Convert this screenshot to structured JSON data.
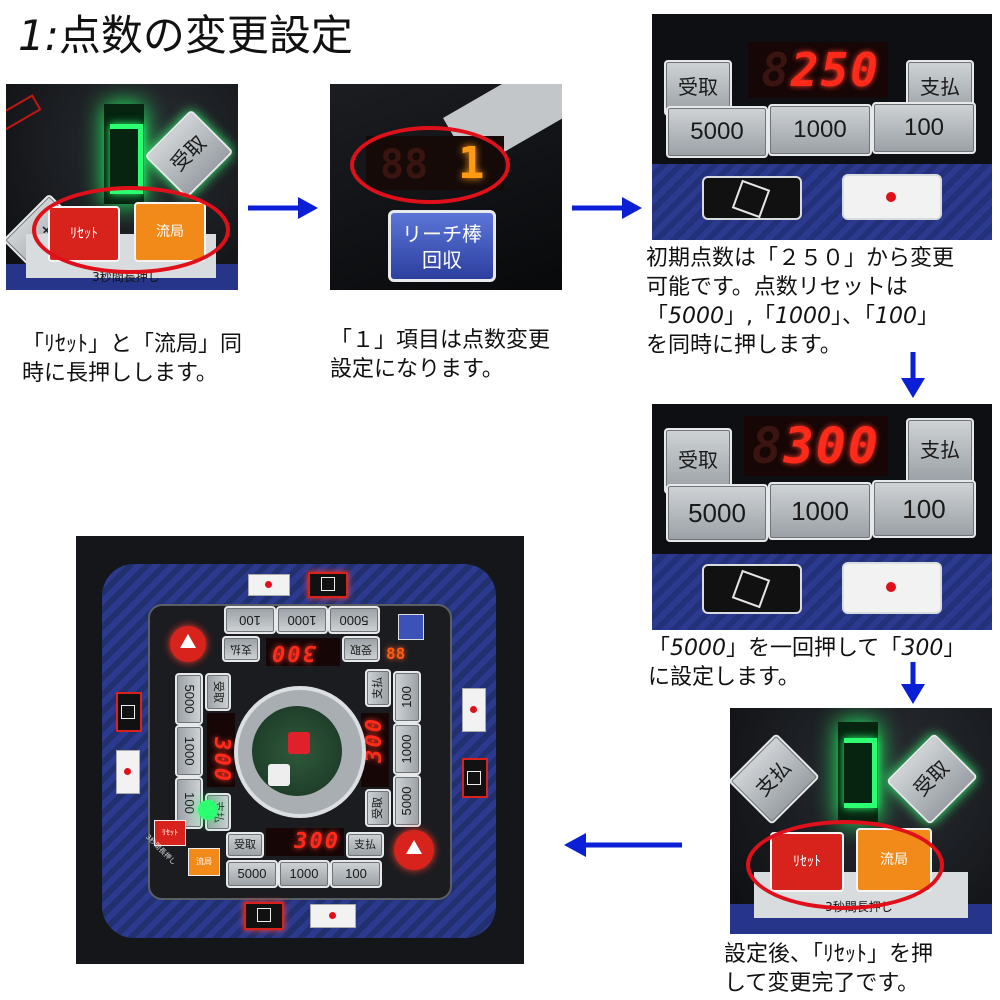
{
  "page_title": {
    "number": "1:",
    "text": "点数の変更設定"
  },
  "step1": {
    "buttons": {
      "pay": "支払",
      "reset": "ﾘｾｯﾄ",
      "draw": "流局",
      "hold_label": "3秒間長押し",
      "take": "受取"
    },
    "caption_line1": "「ﾘｾｯﾄ」と「流局」同",
    "caption_line2": "時に長押しします。"
  },
  "step2": {
    "display_digit": "1",
    "riichi_button_line1": "リーチ棒",
    "riichi_button_line2": "回収",
    "caption_line1": "「１」項目は点数変更",
    "caption_line2": "設定になります。"
  },
  "step3": {
    "take_label": "受取",
    "pay_label": "支払",
    "display_value": "250",
    "key_5000": "5000",
    "key_1000": "1000",
    "key_100": "100",
    "caption_line1": "初期点数は「２５０」から変更",
    "caption_line2": "可能です。点数リセットは",
    "caption_line3_a": "「",
    "caption_line3_b": "5000",
    "caption_line3_c": "」,「",
    "caption_line3_d": "1000",
    "caption_line3_e": "」、「",
    "caption_line3_f": "100",
    "caption_line3_g": "」",
    "caption_line4": "を同時に押します。"
  },
  "step4": {
    "take_label": "受取",
    "pay_label": "支払",
    "display_value": "300",
    "key_5000": "5000",
    "key_1000": "1000",
    "key_100": "100",
    "caption_line1_a": "「",
    "caption_line1_b": "5000",
    "caption_line1_c": "」を一回押して「",
    "caption_line1_d": "300",
    "caption_line1_e": "」",
    "caption_line2": "に設定します。"
  },
  "step5": {
    "buttons": {
      "pay": "支払",
      "reset": "ﾘｾｯﾄ",
      "draw": "流局",
      "hold_label": "3秒間長押し",
      "take": "受取"
    },
    "caption_line1": "設定後、「ﾘｾｯﾄ」を押",
    "caption_line2": "して変更完了です。"
  },
  "overview": {
    "display_value": "300",
    "take_label": "受取",
    "pay_label": "支払",
    "key_5000": "5000",
    "key_1000": "1000",
    "key_100": "100",
    "reset_label": "ﾘｾｯﾄ",
    "draw_label": "流局",
    "hold_label": "3秒間長押し"
  },
  "colors": {
    "arrow": "#0a1fd6",
    "highlight_ellipse": "#e0101a",
    "led_red": "#ff2a1a",
    "panel_blue": "#2b3a8f"
  }
}
